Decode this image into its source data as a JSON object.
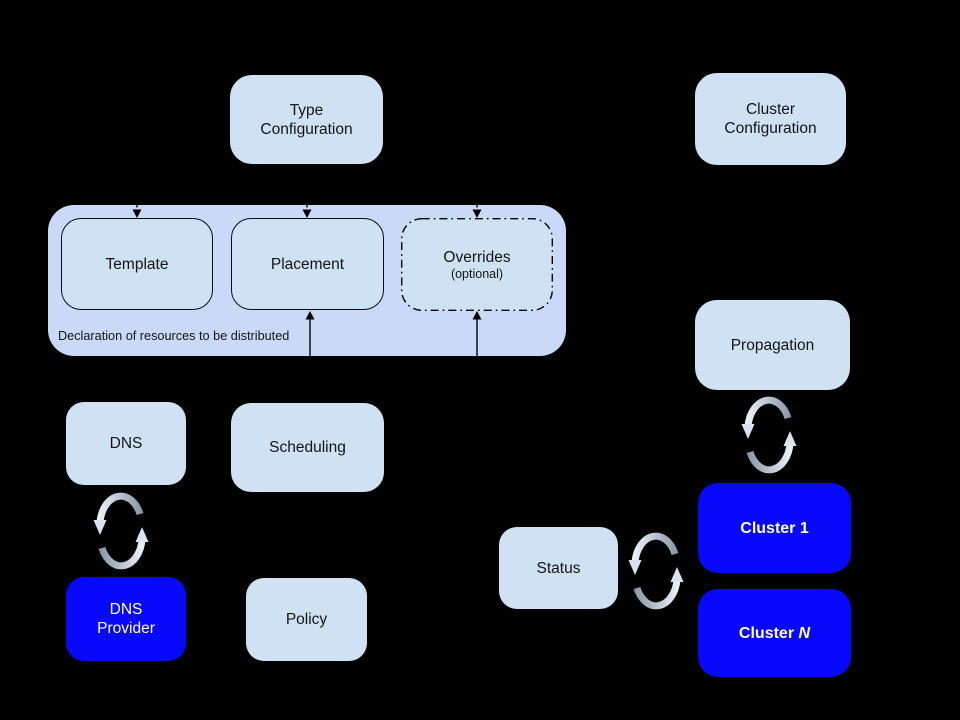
{
  "diagram": {
    "background": "#000000",
    "group": {
      "caption": "Declaration of resources to be distributed",
      "members": [
        "Template",
        "Placement",
        "Overrides (optional)"
      ]
    },
    "nodes": {
      "type_configuration": {
        "lines": [
          "Type",
          "Configuration"
        ]
      },
      "cluster_configuration": {
        "lines": [
          "Cluster",
          "Configuration"
        ]
      },
      "template": {
        "label": "Template"
      },
      "placement": {
        "label": "Placement"
      },
      "overrides": {
        "label": "Overrides",
        "sublabel": "(optional)"
      },
      "dns": {
        "label": "DNS"
      },
      "scheduling": {
        "label": "Scheduling"
      },
      "dns_provider": {
        "lines": [
          "DNS",
          "Provider"
        ]
      },
      "policy": {
        "label": "Policy"
      },
      "propagation": {
        "label": "Propagation"
      },
      "status": {
        "label": "Status"
      },
      "cluster_1": {
        "label": "Cluster 1"
      },
      "cluster_n": {
        "prefix": "Cluster ",
        "italic_suffix": "N"
      }
    },
    "connectors": [
      {
        "target": "template",
        "style": "dashed",
        "arrow": "into-top"
      },
      {
        "target": "placement",
        "style": "dashed",
        "arrow": "into-top"
      },
      {
        "target": "overrides",
        "style": "dashed",
        "arrow": "into-top"
      },
      {
        "target": "placement",
        "style": "solid",
        "arrow": "into-bottom"
      },
      {
        "target": "overrides",
        "style": "solid",
        "arrow": "into-bottom"
      }
    ],
    "sync_links": [
      {
        "between": [
          "dns",
          "dns_provider"
        ]
      },
      {
        "between": [
          "propagation",
          "cluster_1"
        ]
      },
      {
        "between": [
          "status",
          "cluster_1"
        ]
      }
    ],
    "icons": {
      "sync_icon": "two curved arrows forming a refresh cycle"
    }
  },
  "colors": {
    "background": "#000000",
    "group_fill": "#c9daf8",
    "node_fill": "#cfe2f3",
    "cluster_fill": "#0808fa",
    "node_text": "#141414",
    "cluster_text": "#ffffff",
    "connector": "#000000",
    "sync_dark": "#8c9aab",
    "sync_light": "#e9eff7",
    "sync_head": "#d9e4f0"
  }
}
